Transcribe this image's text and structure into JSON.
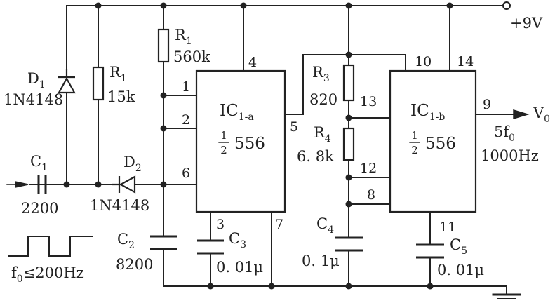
{
  "supply": {
    "label": "+9V"
  },
  "ic_a": {
    "name": "IC",
    "subscript": "1-a",
    "frac_num": "1",
    "frac_den": "2",
    "part": "556"
  },
  "ic_b": {
    "name": "IC",
    "subscript": "1-b",
    "frac_num": "1",
    "frac_den": "2",
    "part": "556"
  },
  "ic_a_pins": {
    "p1": "1",
    "p2": "2",
    "p3": "3",
    "p4": "4",
    "p5": "5",
    "p6": "6",
    "p7": "7"
  },
  "ic_b_pins": {
    "p8": "8",
    "p9": "9",
    "p10": "10",
    "p11": "11",
    "p12": "12",
    "p13": "13",
    "p14": "14"
  },
  "components": {
    "d1": {
      "name": "D",
      "sub": "1",
      "value": "1N4148"
    },
    "d2": {
      "name": "D",
      "sub": "2",
      "value": "1N4148"
    },
    "r_left": {
      "name": "R",
      "sub": "1",
      "value": "15k"
    },
    "r_top": {
      "name": "R",
      "sub": "1",
      "value": "560k"
    },
    "r3": {
      "name": "R",
      "sub": "3",
      "value": "820"
    },
    "r4": {
      "name": "R",
      "sub": "4",
      "value": "6. 8k"
    },
    "c1": {
      "name": "C",
      "sub": "1",
      "value": "2200"
    },
    "c2": {
      "name": "C",
      "sub": "2",
      "value": "8200"
    },
    "c3": {
      "name": "C",
      "sub": "3",
      "value": "0. 01μ"
    },
    "c4": {
      "name": "C",
      "sub": "4",
      "value": "0. 1μ"
    },
    "c5": {
      "name": "C",
      "sub": "5",
      "value": "0. 01μ"
    }
  },
  "output": {
    "name": "V",
    "sub": "0",
    "freq_prefix": "5f",
    "freq_sub": "0",
    "freq": "1000Hz"
  },
  "input": {
    "freq_name": "f",
    "freq_sub": "0",
    "freq_cond": "≤200Hz"
  }
}
